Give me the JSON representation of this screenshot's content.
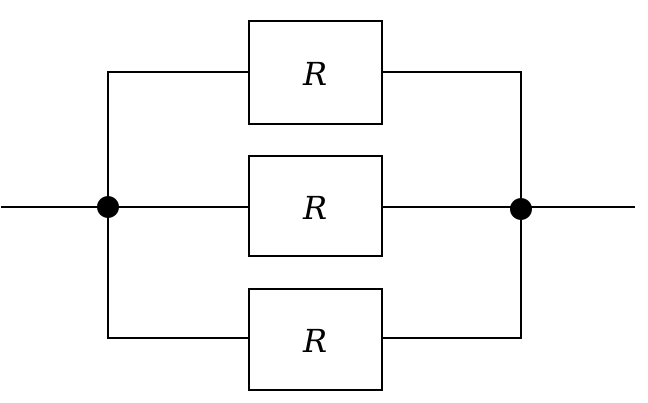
{
  "diagram": {
    "resistors": [
      {
        "label": "R"
      },
      {
        "label": "R"
      },
      {
        "label": "R"
      }
    ]
  }
}
